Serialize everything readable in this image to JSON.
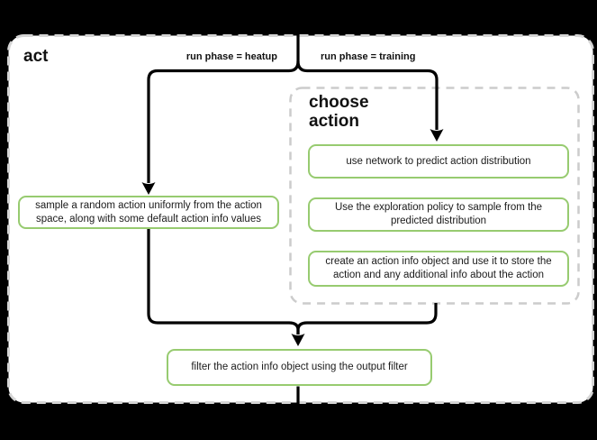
{
  "diagram": {
    "type": "flowchart",
    "act_label": "act",
    "choose_action_label": "choose action",
    "edges": {
      "heatup": {
        "label": "run phase = heatup"
      },
      "training": {
        "label": "run phase = training"
      }
    },
    "nodes": {
      "sample_random": {
        "label": "sample a random action uniformly from the action space, along with some default action info values"
      },
      "predict": {
        "label": "use network to predict action distribution"
      },
      "explore": {
        "label": "Use the exploration policy to sample from the predicted distribution"
      },
      "create_info": {
        "label": "create an action info object and use it to store the action and any additional info about the action"
      },
      "filter": {
        "label": "filter the action info object using the output filter"
      }
    },
    "colors": {
      "background": "#000000",
      "canvas_fill": "#ffffff",
      "node_border": "#97cb70",
      "node_fill": "#ffffff",
      "act_container_border": "#d5d5d5",
      "choose_container_border": "#cccccc",
      "edge": "#000000",
      "text": "#1a1a1a"
    }
  }
}
